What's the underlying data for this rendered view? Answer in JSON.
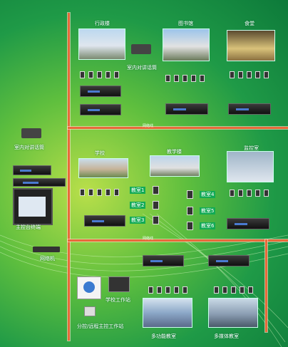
{
  "top_row": {
    "admin_building": "行政楼",
    "library": "图书馆",
    "canteen": "食堂",
    "intercom_caption": "室内对讲话筒"
  },
  "middle_row": {
    "school": "学校",
    "teaching_building": "教学楼",
    "monitor_room": "监控室",
    "classrooms": [
      "教室1",
      "教室2",
      "教室3",
      "教室4",
      "教室5",
      "教室6"
    ]
  },
  "control_room": {
    "intercom_caption": "室内对讲话筒",
    "main_console": "主控台终端",
    "network_switch": "网络机"
  },
  "bottom_row": {
    "pc_workstation": "学校工作站",
    "dispatcher": "分控/远程主控工作站",
    "multifunction_hall": "多功能教室",
    "multimedia_room": "多媒体教室"
  },
  "bus_tags": [
    "网络线",
    "网络线"
  ],
  "colors": {
    "bus": "#e86a3a",
    "background": "#1f9a47"
  }
}
